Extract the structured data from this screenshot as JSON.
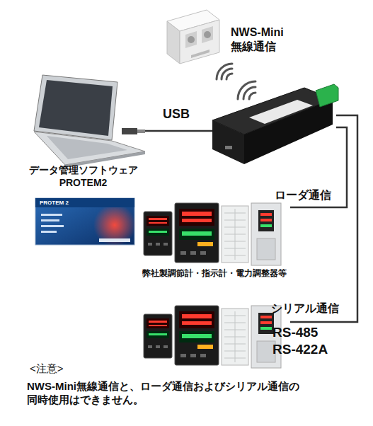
{
  "diagram": {
    "nodes": [
      {
        "text": [
          "NWS-Mini 無線通信"
        ]
      },
      {
        "text": [
          "データ管理ソフトウェア PROTEM2"
        ]
      },
      {
        "text": []
      },
      {
        "text": [
          "弊社製調節計・指示計・電力調整器等"
        ]
      },
      {
        "text": []
      }
    ],
    "edges": [
      {
        "from": 1,
        "to": 2,
        "label": "USB",
        "arrow": "none"
      },
      {
        "from": 2,
        "to": 3,
        "label": "ローダ通信",
        "arrow": "none"
      },
      {
        "from": 2,
        "to": 4,
        "label": "シリアル通信",
        "arrow": "none"
      }
    ],
    "labels": [
      "PROTEM 2",
      "RS-485 RS-422A",
      "<注意>",
      "NWS-Mini無線通信と、ローダ通信およびシリアル通信の 同時使用はできません。"
    ]
  }
}
